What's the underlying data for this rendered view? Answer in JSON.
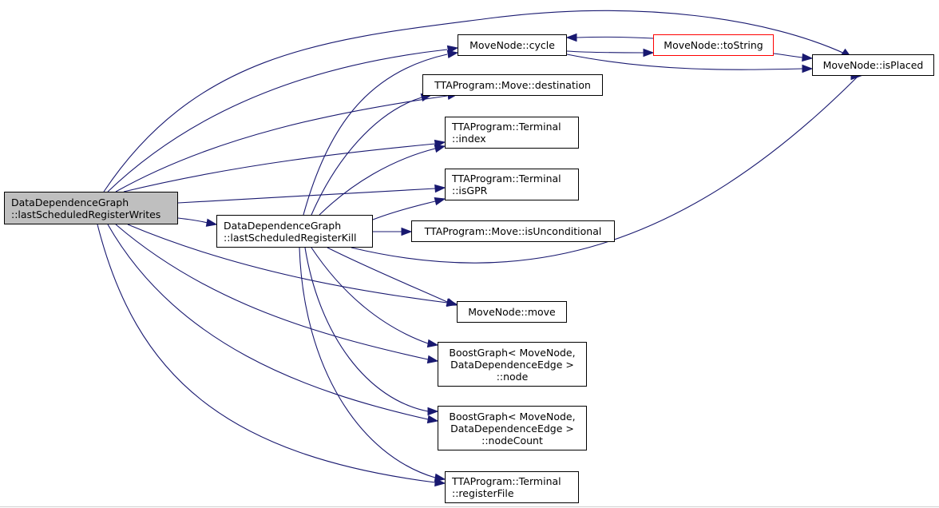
{
  "nodes": {
    "root": {
      "lines": [
        "DataDependenceGraph",
        "::lastScheduledRegisterWrites"
      ]
    },
    "kill": {
      "lines": [
        "DataDependenceGraph",
        "::lastScheduledRegisterKill"
      ]
    },
    "cycle": {
      "lines": [
        "MoveNode::cycle"
      ]
    },
    "tostring": {
      "lines": [
        "MoveNode::toString"
      ]
    },
    "isplaced": {
      "lines": [
        "MoveNode::isPlaced"
      ]
    },
    "destination": {
      "lines": [
        "TTAProgram::Move::destination"
      ]
    },
    "index": {
      "lines": [
        "TTAProgram::Terminal",
        "::index"
      ]
    },
    "isgpr": {
      "lines": [
        "TTAProgram::Terminal",
        "::isGPR"
      ]
    },
    "isunconditional": {
      "lines": [
        "TTAProgram::Move::isUnconditional"
      ]
    },
    "move": {
      "lines": [
        "MoveNode::move"
      ]
    },
    "node": {
      "lines": [
        "BoostGraph< MoveNode,",
        "DataDependenceEdge >",
        "::node"
      ]
    },
    "nodecount": {
      "lines": [
        "BoostGraph< MoveNode,",
        "DataDependenceEdge >",
        "::nodeCount"
      ]
    },
    "registerfile": {
      "lines": [
        "TTAProgram::Terminal",
        "::registerFile"
      ]
    }
  },
  "colors": {
    "edge": "#191970",
    "root_fill": "#bfbfbf",
    "highlight_border": "#ff0000"
  }
}
